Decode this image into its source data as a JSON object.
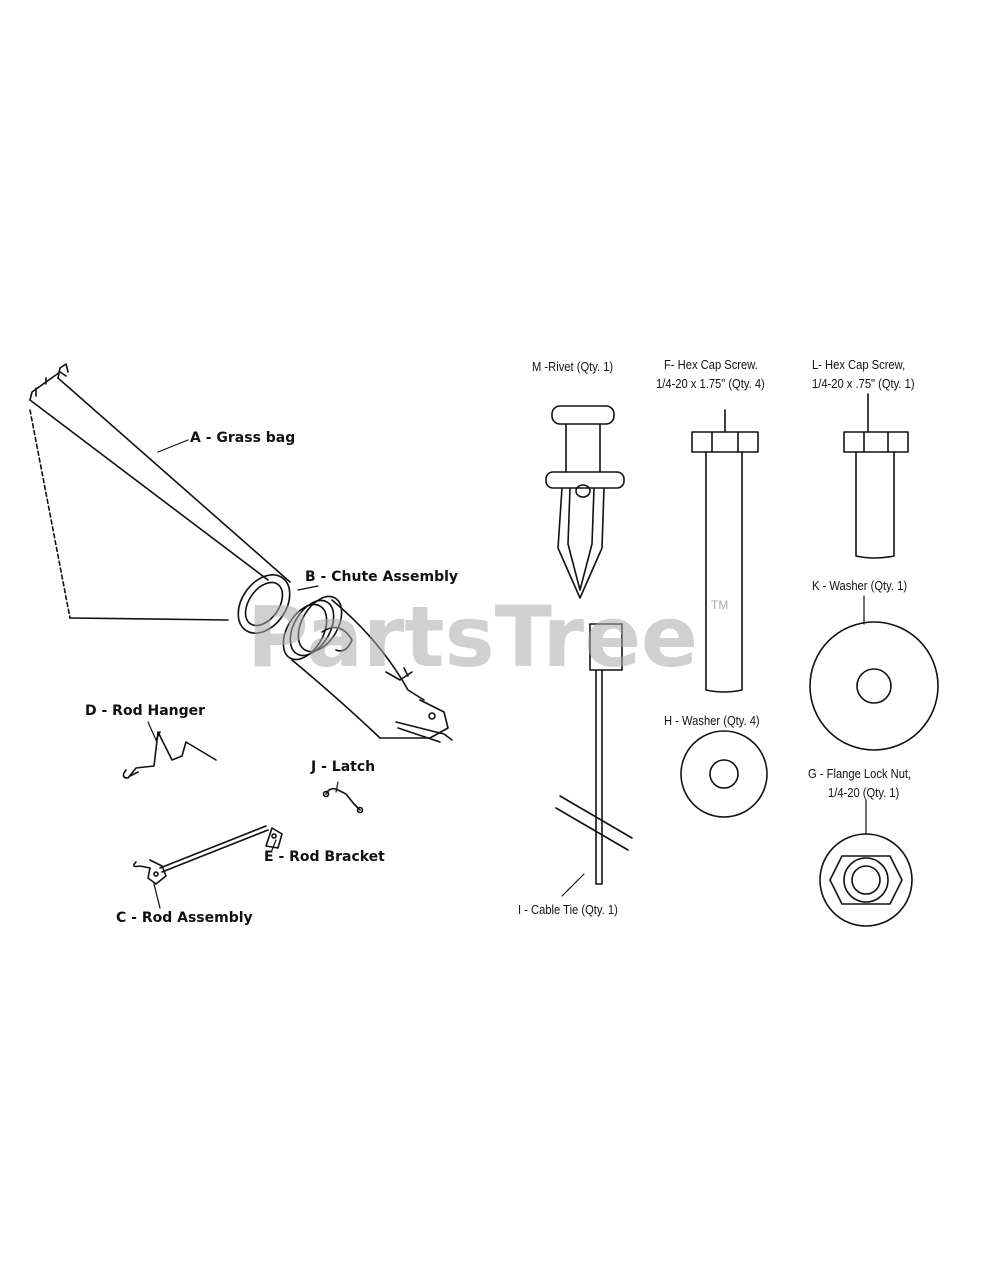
{
  "watermark": {
    "text": "PartsTree",
    "tm": "TM"
  },
  "left_labels": {
    "grass_bag": "A - Grass bag",
    "chute_assembly": "B - Chute Assembly",
    "rod_hanger": "D - Rod Hanger",
    "latch": "J - Latch",
    "rod_bracket": "E - Rod Bracket",
    "rod_assembly": "C - Rod Assembly"
  },
  "right_labels": {
    "rivet": "M -Rivet (Qty. 1)",
    "hex_cap_screw_f_line1": "F- Hex Cap Screw.",
    "hex_cap_screw_f_line2": "1/4-20 x 1.75\" (Qty. 4)",
    "hex_cap_screw_l_line1": "L- Hex Cap Screw,",
    "hex_cap_screw_l_line2": "1/4-20 x .75\" (Qty. 1)",
    "washer_k": "K - Washer (Qty. 1)",
    "washer_h": "H - Washer (Qty. 4)",
    "flange_nut_line1": "G - Flange Lock Nut,",
    "flange_nut_line2": "1/4-20 (Qty. 1)",
    "cable_tie": "I - Cable Tie (Qty. 1)"
  }
}
